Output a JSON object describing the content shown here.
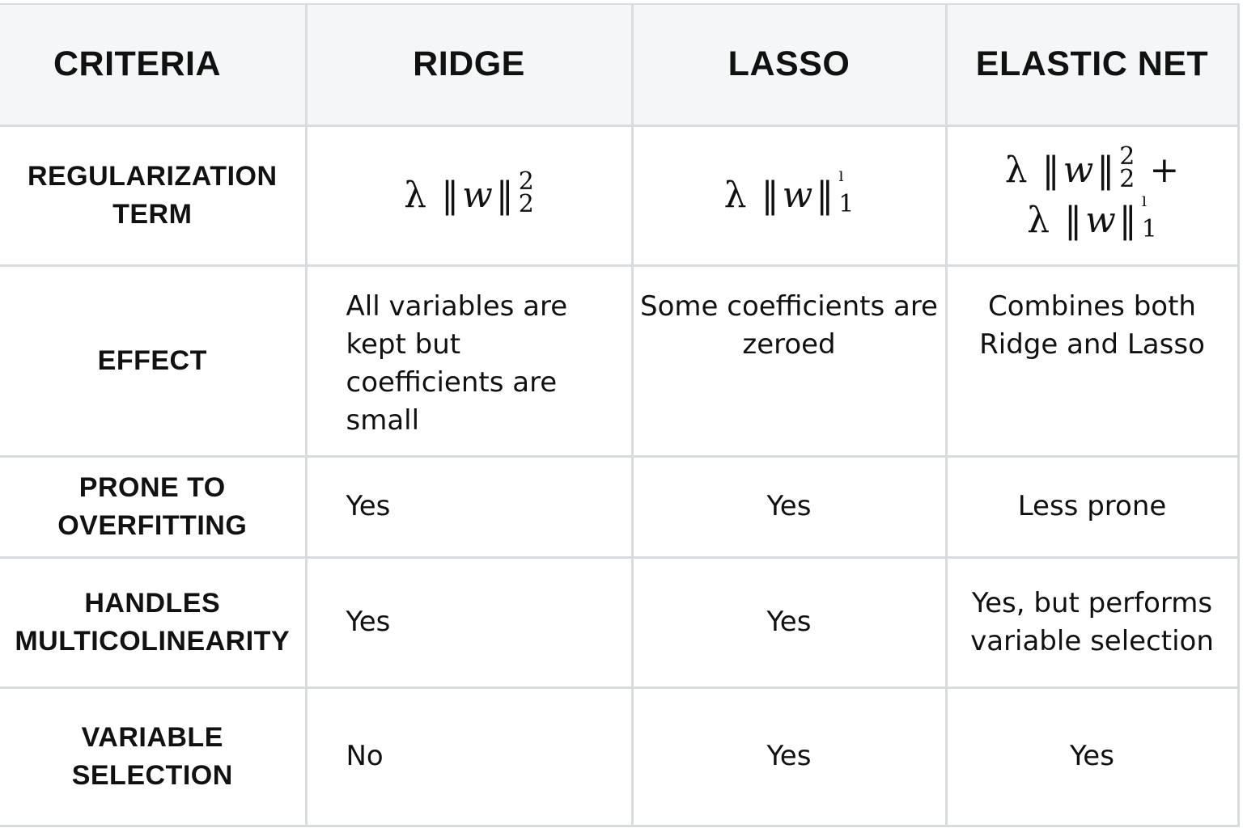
{
  "headers": {
    "criteria": "CRITERIA",
    "ridge": "RIDGE",
    "lasso": "LASSO",
    "elastic_net": "ELASTIC NET"
  },
  "rows": {
    "regularization": {
      "label_line1": "REGULARIZATION",
      "label_line2": "TERM",
      "ridge": {
        "lambda": "λ",
        "norm_open": "‖",
        "var": "w",
        "norm_close": "‖",
        "sup": "2",
        "sub": "2"
      },
      "lasso": {
        "lambda": "λ",
        "norm_open": "‖",
        "var": "w",
        "norm_close": "‖",
        "sup": "ˡ",
        "sub": "1"
      },
      "elastic_net": {
        "line1": {
          "lambda": "λ",
          "norm_open": "‖",
          "var": "w",
          "norm_close": "‖",
          "sup": "2",
          "sub": "2",
          "plus": "+"
        },
        "line2": {
          "lambda": "λ",
          "norm_open": "‖",
          "var": "w",
          "norm_close": "‖",
          "sup": "ˡ",
          "sub": "1"
        }
      }
    },
    "effect": {
      "label": "EFFECT",
      "ridge": "All variables are kept but coefficients are small",
      "lasso": "Some coefficients are zeroed",
      "elastic_net": "Combines both Ridge and Lasso"
    },
    "overfitting": {
      "label_line1": "PRONE TO",
      "label_line2": "OVERFITTING",
      "ridge": "Yes",
      "lasso": "Yes",
      "elastic_net": "Less prone"
    },
    "multicolinearity": {
      "label_line1": "HANDLES",
      "label_line2": "MULTICOLINEARITY",
      "ridge": "Yes",
      "lasso": "Yes",
      "elastic_net": "Yes, but performs variable selection"
    },
    "variable_selection": {
      "label_line1": "VARIABLE",
      "label_line2": "SELECTION",
      "ridge": "No",
      "lasso": "Yes",
      "elastic_net": "Yes"
    }
  }
}
